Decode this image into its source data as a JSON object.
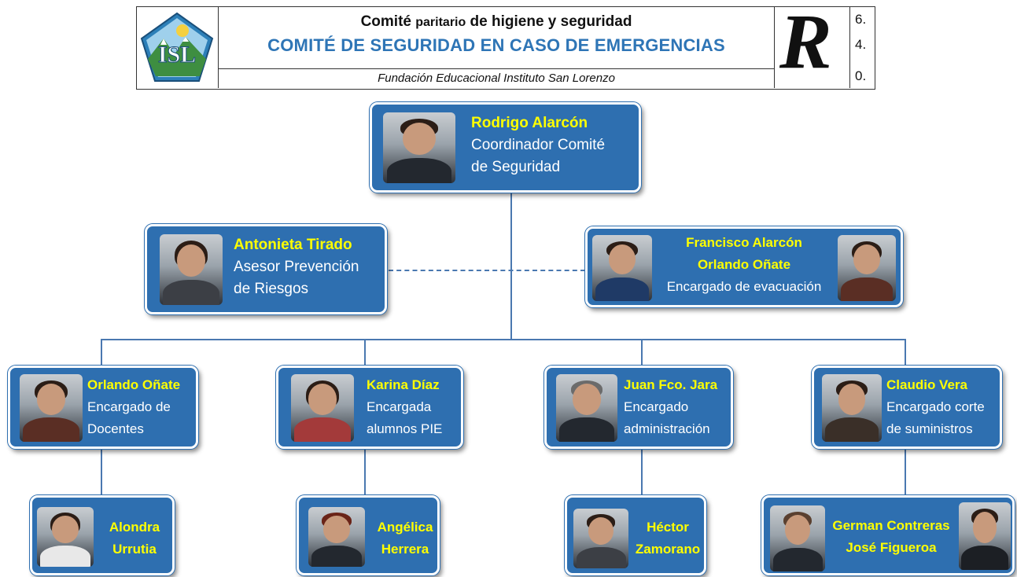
{
  "header": {
    "title_bold_1": "Comité ",
    "title_small": "paritario",
    "title_bold_2": " de higiene y seguridad",
    "subtitle": "COMITÉ DE SEGURIDAD EN CASO DE EMERGENCIAS",
    "institution": "Fundación Educacional Instituto San Lorenzo",
    "logo_text": "ISL",
    "big_letter": "R",
    "code": [
      "6.",
      "4.",
      "0."
    ]
  },
  "org": {
    "coordinator": {
      "name": "Rodrigo Alarcón",
      "role_lines": [
        "Coordinador Comité",
        "de Seguridad"
      ]
    },
    "advisor": {
      "name": "Antonieta Tirado",
      "role_lines": [
        "Asesor Prevención",
        "de Riesgos"
      ]
    },
    "evacuation": {
      "names": [
        "Francisco Alarcón",
        "Orlando Oñate"
      ],
      "role": "Encargado de evacuación"
    },
    "level2": [
      {
        "name": "Orlando Oñate",
        "role_lines": [
          "Encargado de",
          "Docentes"
        ]
      },
      {
        "name": "Karina Díaz",
        "role_lines": [
          "Encargada",
          "alumnos PIE"
        ]
      },
      {
        "name": "Juan Fco. Jara",
        "role_lines": [
          "Encargado",
          "administración"
        ]
      },
      {
        "name": "Claudio Vera",
        "role_lines": [
          "Encargado corte",
          "de suministros"
        ]
      }
    ],
    "level3": [
      {
        "name_lines": [
          "Alondra",
          "Urrutia"
        ]
      },
      {
        "name_lines": [
          "Angélica",
          "Herrera"
        ]
      },
      {
        "name_lines": [
          "Héctor",
          "Zamorano"
        ]
      },
      {
        "name_lines": [
          "German Contreras",
          "José Figueroa"
        ]
      }
    ]
  },
  "colors": {
    "box": "#2e6fb0",
    "name": "#ffff00",
    "title_blue": "#2e75b6",
    "connector": "#4a78b0"
  }
}
